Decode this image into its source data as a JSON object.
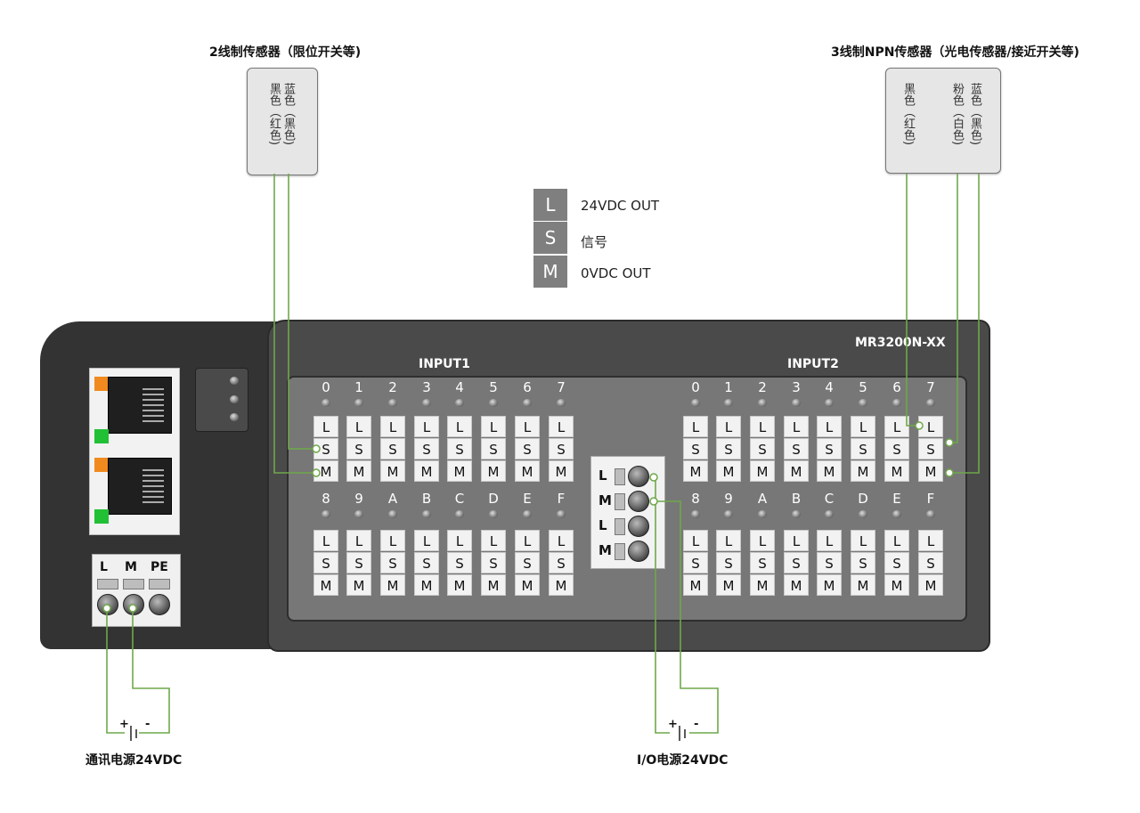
{
  "titles": {
    "left_sensor": "2线制传感器（限位开关等)",
    "right_sensor": "3线制NPN传感器（光电传感器/接近开关等)"
  },
  "left_sensor_wires": [
    "黑色（红色)",
    "蓝色（黑色)"
  ],
  "right_sensor_wires": [
    "黑色（红色)",
    "粉色（白色)",
    "蓝色（黑色)"
  ],
  "legend": [
    {
      "key": "L",
      "text": "24VDC OUT"
    },
    {
      "key": "S",
      "text": "信号"
    },
    {
      "key": "M",
      "text": "0VDC OUT"
    }
  ],
  "module": {
    "model": "MR3200N-XX",
    "groups": [
      {
        "name": "INPUT1",
        "top_channels": [
          "0",
          "1",
          "2",
          "3",
          "4",
          "5",
          "6",
          "7"
        ],
        "bottom_channels": [
          "8",
          "9",
          "A",
          "B",
          "C",
          "D",
          "E",
          "F"
        ]
      },
      {
        "name": "INPUT2",
        "top_channels": [
          "0",
          "1",
          "2",
          "3",
          "4",
          "5",
          "6",
          "7"
        ],
        "bottom_channels": [
          "8",
          "9",
          "A",
          "B",
          "C",
          "D",
          "E",
          "F"
        ]
      }
    ],
    "terminal_letters": [
      "L",
      "S",
      "M"
    ],
    "power_terminals": [
      "L",
      "M",
      "PE"
    ],
    "io_terminals": [
      "L",
      "M",
      "L",
      "M"
    ]
  },
  "supplies": {
    "comm": {
      "label": "通讯电源24VDC",
      "plus": "+",
      "minus": "-"
    },
    "io": {
      "label": "I/O电源24VDC",
      "plus": "+",
      "minus": "-"
    }
  },
  "colors": {
    "wire": "#6fa84a",
    "panel": "#777777",
    "shell": "#4a4a4a",
    "legend": "#7f7f7f"
  }
}
